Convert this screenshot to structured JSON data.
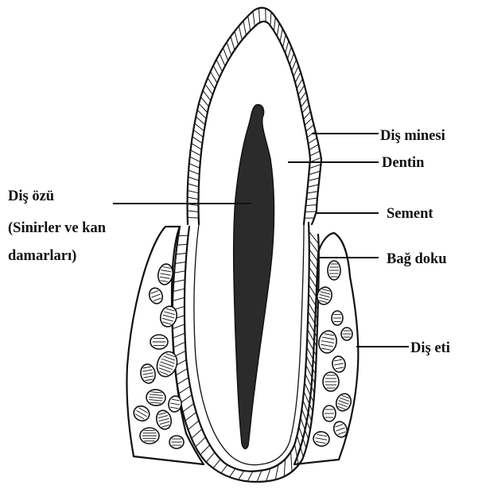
{
  "labels": {
    "enamel": "Diş minesi",
    "dentin": "Dentin",
    "pulp_line1": "Diş özü",
    "pulp_line2": "(Sinirler ve kan",
    "pulp_line3": "damarları)",
    "cementum": "Sement",
    "connective": "Bağ doku",
    "gum": "Diş eti"
  },
  "colors": {
    "line": "#111111",
    "pulp": "#2b2b2b",
    "background": "#ffffff"
  }
}
